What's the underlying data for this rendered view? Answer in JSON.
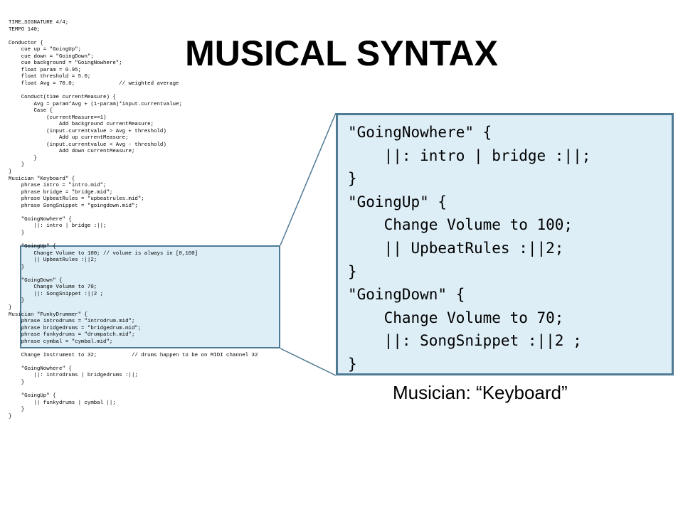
{
  "slide": {
    "title": "MUSICAL SYNTAX",
    "caption": "Musician: “Keyboard”"
  },
  "code_lines": [
    "TIME_SIGNATURE 4/4;",
    "TEMPO 140;",
    "",
    "Conductor {",
    "    cue up = \"GoingUp\";",
    "    cue down = \"GoingDown\";",
    "    cue background = \"GoingNowhere\";",
    "    float param = 0.95;",
    "    float threshold = 5.0;",
    "    float Avg = 70.0;              // weighted average",
    "",
    "    Conduct(time currentMeasure) {",
    "        Avg = param*Avg + (1-param)*input.currentvalue;",
    "        Case {",
    "            (currentMeasure==1)",
    "                Add background currentMeasure;",
    "            (input.currentvalue > Avg + threshold)",
    "                Add up currentMeasure;",
    "            (input.currentvalue < Avg - threshold)",
    "                Add down currentMeasure;",
    "        }",
    "    }",
    "}",
    "Musician \"Keyboard\" {",
    "    phrase intro = \"intro.mid\";",
    "    phrase bridge = \"bridge.mid\";",
    "    phrase UpbeatRules = \"upbeatrules.mid\";",
    "    phrase SongSnippet = \"goingdown.mid\";",
    "",
    "    \"GoingNowhere\" {",
    "        ||: intro | bridge :||;",
    "    }",
    "",
    "    \"GoingUp\" {",
    "        Change Volume to 100; // volume is always in [0,100]",
    "        || UpbeatRules :||2;",
    "    }",
    "",
    "    \"GoingDown\" {",
    "        Change Volume to 70;",
    "        ||: SongSnippet :||2 ;",
    "    }",
    "}",
    "Musician \"FunkyDrummer\" {",
    "    phrase introdrums = \"introdrum.mid\";",
    "    phrase bridgedrums = \"bridgedrum.mid\";",
    "    phrase funkydrums = \"drumpatch.mid\";",
    "    phrase cymbal = \"cymbal.mid\";",
    "",
    "    Change Instrument to 32;           // drums happen to be on MIDI channel 32",
    "",
    "    \"GoingNowhere\" {",
    "        ||: introdrums | bridgedrums :||;",
    "    }",
    "",
    "    \"GoingUp\" {",
    "        || funkydrums | cymbal ||;",
    "    }",
    "}"
  ],
  "zoom_lines": [
    "\"GoingNowhere\" {",
    "    ||: intro | bridge :||;",
    "}",
    "\"GoingUp\" {",
    "    Change Volume to 100;",
    "    || UpbeatRules :||2;",
    "}",
    "\"GoingDown\" {",
    "    Change Volume to 70;",
    "    ||: SongSnippet :||2 ;",
    "}"
  ],
  "colors": {
    "highlight_fill": "#ddeef6",
    "highlight_border": "#4f7a94"
  }
}
